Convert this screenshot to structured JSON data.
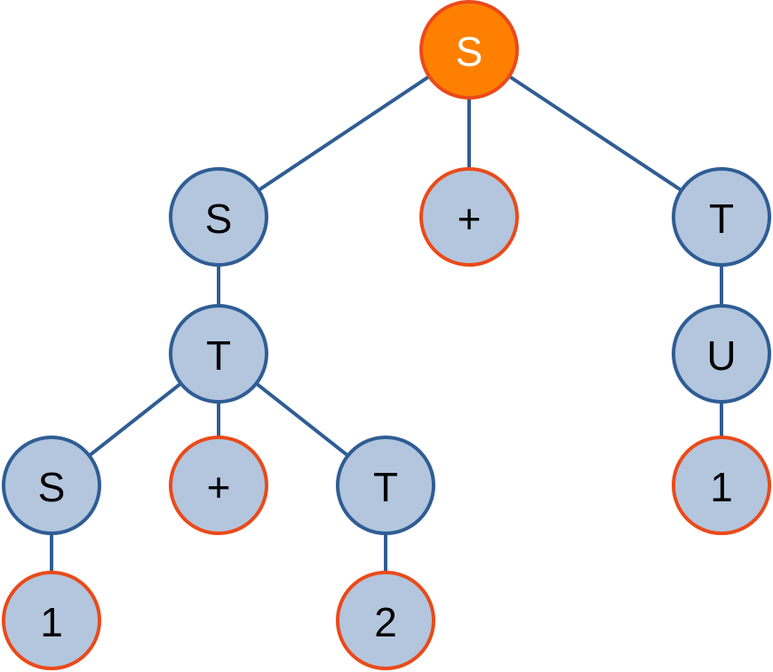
{
  "colors": {
    "edge": "#2f5d94",
    "nonterminal_fill": "#b3c6de",
    "nonterminal_stroke": "#2f5d94",
    "terminal_fill": "#b3c6de",
    "terminal_stroke": "#ea4a1a",
    "root_fill": "#ff8000",
    "root_stroke": "#ea4a1a",
    "label": "#000000",
    "root_label": "#ffffff"
  },
  "tree": {
    "nodes": [
      {
        "id": "root",
        "label": "S",
        "kind": "root"
      },
      {
        "id": "s1",
        "label": "S",
        "kind": "nonterminal"
      },
      {
        "id": "plus1",
        "label": "+",
        "kind": "terminal"
      },
      {
        "id": "t1",
        "label": "T",
        "kind": "nonterminal"
      },
      {
        "id": "t2",
        "label": "T",
        "kind": "nonterminal"
      },
      {
        "id": "u1",
        "label": "U",
        "kind": "nonterminal"
      },
      {
        "id": "s2",
        "label": "S",
        "kind": "nonterminal"
      },
      {
        "id": "plus2",
        "label": "+",
        "kind": "terminal"
      },
      {
        "id": "t3",
        "label": "T",
        "kind": "nonterminal"
      },
      {
        "id": "one1",
        "label": "1",
        "kind": "terminal"
      },
      {
        "id": "one2",
        "label": "1",
        "kind": "terminal"
      },
      {
        "id": "two1",
        "label": "2",
        "kind": "terminal"
      }
    ],
    "edges": [
      [
        "root",
        "s1"
      ],
      [
        "root",
        "plus1"
      ],
      [
        "root",
        "t1"
      ],
      [
        "s1",
        "t2"
      ],
      [
        "t1",
        "u1"
      ],
      [
        "u1",
        "one1"
      ],
      [
        "t2",
        "s2"
      ],
      [
        "t2",
        "plus2"
      ],
      [
        "t2",
        "t3"
      ],
      [
        "s2",
        "one2"
      ],
      [
        "t3",
        "two1"
      ]
    ]
  }
}
